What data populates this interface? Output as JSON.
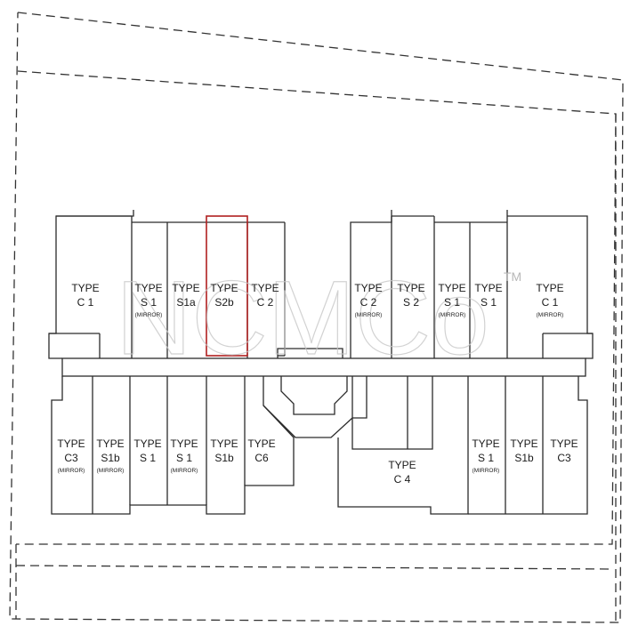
{
  "units": {
    "top": [
      {
        "type": "TYPE",
        "code": "C 1",
        "note": ""
      },
      {
        "type": "TYPE",
        "code": "S 1",
        "note": "(MIRROR)"
      },
      {
        "type": "TYPE",
        "code": "S1a",
        "note": ""
      },
      {
        "type": "TYPE",
        "code": "S2b",
        "note": ""
      },
      {
        "type": "TYPE",
        "code": "C 2",
        "note": ""
      },
      {
        "type": "TYPE",
        "code": "C 2",
        "note": "(MIRROR)"
      },
      {
        "type": "TYPE",
        "code": "S 2",
        "note": ""
      },
      {
        "type": "TYPE",
        "code": "S 1",
        "note": "(MIRROR)"
      },
      {
        "type": "TYPE",
        "code": "S 1",
        "note": ""
      },
      {
        "type": "TYPE",
        "code": "C 1",
        "note": "(MIRROR)"
      }
    ],
    "bottom": [
      {
        "type": "TYPE",
        "code": "C3",
        "note": "(MIRROR)"
      },
      {
        "type": "TYPE",
        "code": "S1b",
        "note": "(MIRROR)"
      },
      {
        "type": "TYPE",
        "code": "S 1",
        "note": ""
      },
      {
        "type": "TYPE",
        "code": "S 1",
        "note": "(MIRROR)"
      },
      {
        "type": "TYPE",
        "code": "S1b",
        "note": ""
      },
      {
        "type": "TYPE",
        "code": "C6",
        "note": ""
      },
      {
        "type": "TYPE",
        "code": "C 4",
        "note": ""
      },
      {
        "type": "TYPE",
        "code": "S 1",
        "note": "(MIRROR)"
      },
      {
        "type": "TYPE",
        "code": "S1b",
        "note": ""
      },
      {
        "type": "TYPE",
        "code": "C3",
        "note": ""
      }
    ]
  },
  "highlighted_unit": "S2b",
  "watermark": {
    "text": "NCMCo",
    "mark": "TM"
  },
  "colors": {
    "line": "#2b2b2b",
    "highlight": "#b02020",
    "watermark": "#c8c8c8"
  }
}
